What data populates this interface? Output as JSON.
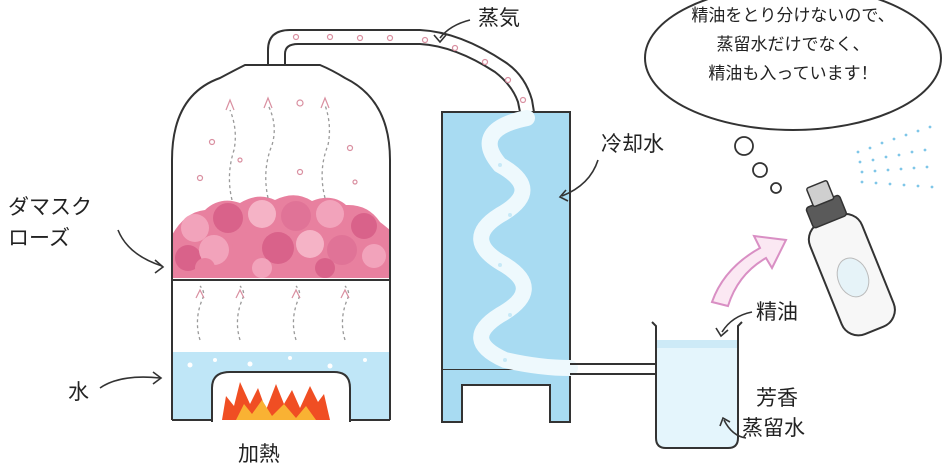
{
  "labels": {
    "steam": "蒸気",
    "rose_line1": "ダマスク",
    "rose_line2": "ローズ",
    "water": "水",
    "heat": "加熱",
    "cooling_water": "冷却水",
    "essential_oil": "精油",
    "hydrosol_line1": "芳香",
    "hydrosol_line2": "蒸留水"
  },
  "thought_bubble": {
    "line1": "精油をとり分けないので、",
    "line2": "蒸留水だけでなく、",
    "line3": "精油も入っています！"
  },
  "colors": {
    "outline": "#333333",
    "water": "#bfe6f7",
    "cooling_water": "#a8dbf2",
    "condenser_coil": "#eef9fd",
    "roses": "#e8809f",
    "fire": "#f04e23",
    "arrow_pink": "#d98fc4",
    "spray_mist": "#7fc6e8"
  }
}
